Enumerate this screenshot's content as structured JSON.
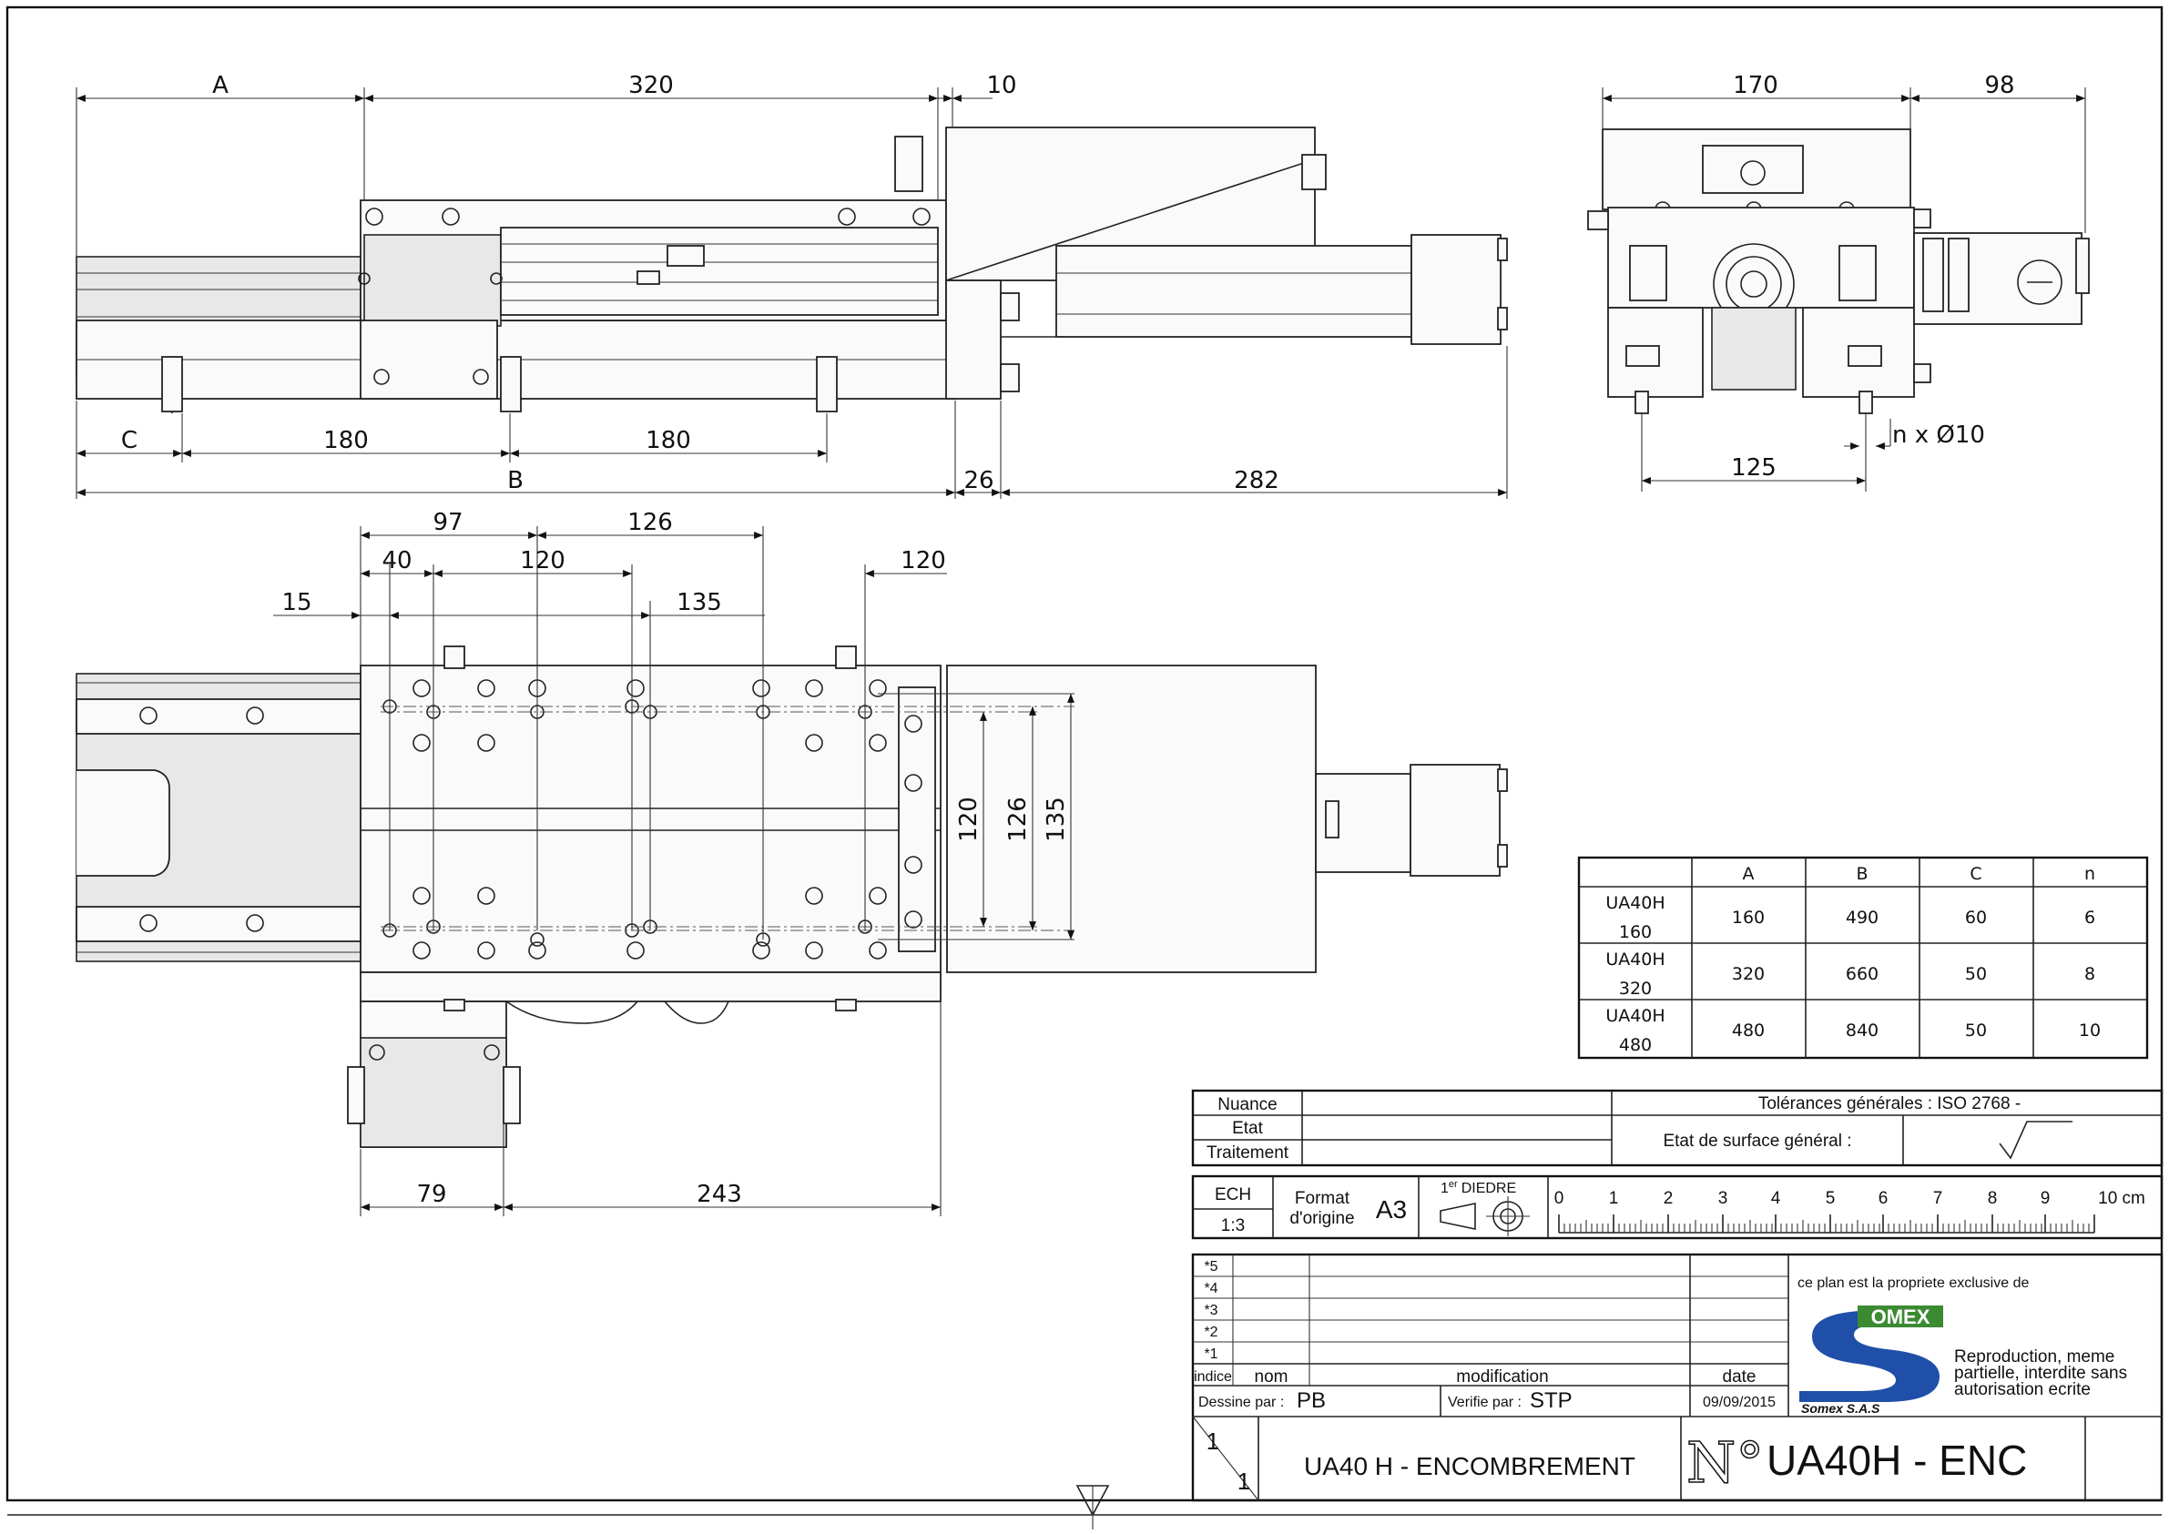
{
  "drawing": {
    "front_view_dims": {
      "a": "A",
      "d320": "320",
      "d10": "10",
      "c": "C",
      "d180a": "180",
      "d180b": "180",
      "b": "B",
      "d26": "26",
      "d282": "282"
    },
    "side_view_dims": {
      "d170": "170",
      "d98": "98",
      "d125": "125",
      "holes": "n x Ø10"
    },
    "top_view_dims": {
      "d97": "97",
      "d126": "126",
      "d40": "40",
      "d120a": "120",
      "d120b": "120",
      "d15": "15",
      "d135": "135",
      "v120": "120",
      "v126": "126",
      "v135": "135",
      "d79": "79",
      "d243": "243"
    }
  },
  "table": {
    "headers": [
      "",
      "A",
      "B",
      "C",
      "n"
    ],
    "rows": [
      {
        "model_line1": "UA40H",
        "model_line2": "160",
        "a": "160",
        "b": "490",
        "c": "60",
        "n": "6"
      },
      {
        "model_line1": "UA40H",
        "model_line2": "320",
        "a": "320",
        "b": "660",
        "c": "50",
        "n": "8"
      },
      {
        "model_line1": "UA40H",
        "model_line2": "480",
        "a": "480",
        "b": "840",
        "c": "50",
        "n": "10"
      }
    ]
  },
  "title_block": {
    "nuance": "Nuance",
    "etat": "Etat",
    "traitement": "Traitement",
    "tolerances": "Tolérances générales : ISO 2768 -",
    "surface": "Etat de surface général :",
    "ech_label": "ECH",
    "ech_value": "1:3",
    "format_label_1": "Format",
    "format_label_2": "d'origine",
    "format_value": "A3",
    "diedre_1": "1",
    "diedre_sup": "er",
    "diedre_2": "DIEDRE",
    "scale_labels": [
      "0",
      "1",
      "2",
      "3",
      "4",
      "5",
      "6",
      "7",
      "8",
      "9",
      "10 cm"
    ],
    "revisions": [
      "*5",
      "*4",
      "*3",
      "*2",
      "*1"
    ],
    "indice": "indice",
    "nom": "nom",
    "modification": "modification",
    "date_label": "date",
    "property": "ce plan est la propriete exclusive de",
    "logo_text": "OMEX",
    "company": "Somex S.A.S",
    "reproduction_1": "Reproduction, meme",
    "reproduction_2": "partielle, interdite sans",
    "reproduction_3": "autorisation ecrite",
    "dessine_label": "Dessine par :",
    "dessine_value": "PB",
    "verifie_label": "Verifie par :",
    "verifie_value": "STP",
    "date_value": "09/09/2015",
    "sheet_num": "1",
    "sheet_total": "1",
    "title": "UA40 H - ENCOMBREMENT",
    "number_symbol": "N°",
    "number": "UA40H - ENC"
  },
  "colors": {
    "logo_blue": "#1f4fa8",
    "logo_green": "#3c8a32",
    "line": "#222222"
  }
}
